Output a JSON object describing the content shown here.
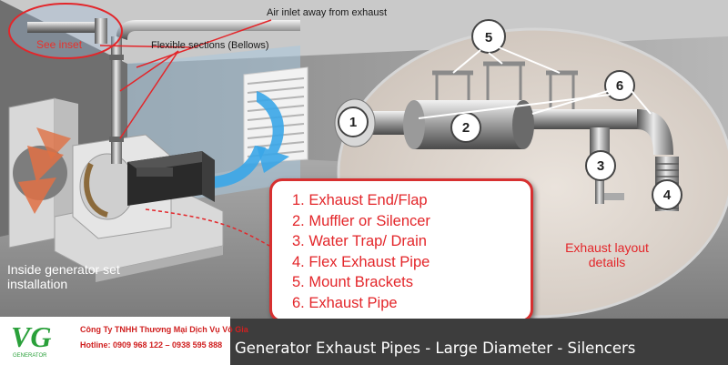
{
  "labels": {
    "air_inlet": "Air inlet away from exhaust",
    "bellows": "Flexible sections (Bellows)",
    "see_inset": "See inset",
    "inside_install": "Inside generator set installation",
    "exhaust_details": "Exhaust layout details"
  },
  "legend": {
    "items": [
      "1. Exhaust End/Flap",
      "2. Muffler or Silencer",
      "3. Water Trap/ Drain",
      "4. Flex Exhaust Pipe",
      "5. Mount Brackets",
      "6. Exhaust Pipe"
    ]
  },
  "callouts": [
    "1",
    "2",
    "3",
    "4",
    "5",
    "6"
  ],
  "footer": {
    "logo_mark": "VG",
    "logo_subtext": "GENERATOR",
    "company_name": "Công Ty TNHH Thương Mại Dịch Vụ Vô Gia",
    "hotline": "Hotline: 0909 968 122 – 0938 595 888",
    "title": "Generator Exhaust Pipes - Large Diameter - Silencers"
  },
  "colors": {
    "accent_red": "#e3262a",
    "arrow_blue": "#3aa6e8",
    "logo_green": "#2aa03a",
    "footer_bg": "#3d3d3d"
  }
}
